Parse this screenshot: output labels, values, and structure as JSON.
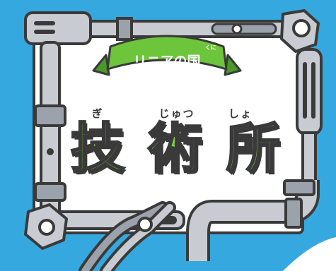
{
  "sign": {
    "banner_text": "リニアの国",
    "banner_furigana": "くに",
    "title_chars": [
      {
        "kanji": "技",
        "furigana": "ぎ"
      },
      {
        "kanji": "術",
        "furigana": "じゅつ"
      },
      {
        "kanji": "所",
        "furigana": "しょ"
      }
    ]
  },
  "colors": {
    "background": "#35a8df",
    "panel": "#ffffff",
    "outline": "#3a3a3a",
    "metal": "#c8ccd2",
    "metal_shadow": "#9ba2ab",
    "accent_green": "#7ad23c",
    "banner_green": "#6cc53a"
  },
  "icons": [
    "wrench-icon",
    "screwdriver-icon",
    "pliers-icon",
    "pipe-icon",
    "spanner-icon",
    "drill-icon"
  ]
}
